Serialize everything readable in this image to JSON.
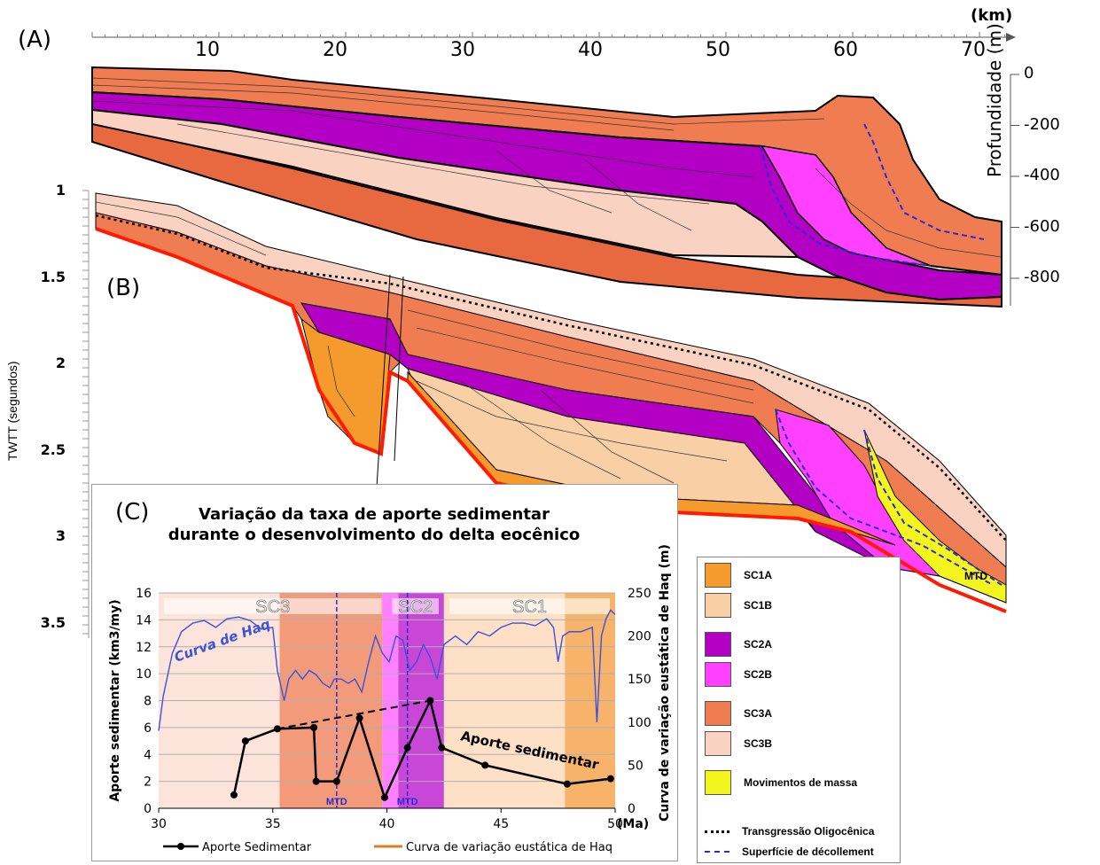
{
  "labels": {
    "a": "(A)",
    "b": "(B)",
    "c": "(C)",
    "km": "(km)",
    "depth_axis": "Profundidade (m)",
    "twtt_axis": "TWTT (segundos)",
    "mtd": "MTD"
  },
  "km_ticks": [
    "10",
    "20",
    "30",
    "40",
    "50",
    "60",
    "70"
  ],
  "depth_ticks": [
    "0",
    "-200",
    "-400",
    "-600",
    "-800"
  ],
  "twtt_ticks": [
    "1",
    "1.5",
    "2",
    "2.5",
    "3",
    "3.5"
  ],
  "colors": {
    "SC1A": "#f59a2c",
    "SC1B": "#f9cfa6",
    "SC2A": "#b400c4",
    "SC2B": "#ff40ff",
    "SC3A": "#f07d52",
    "SC3B": "#fad2c2",
    "mass": "#f5f51e",
    "decollement": "#2b2bd4",
    "haq": "#3b52d9"
  },
  "legend": {
    "items": [
      {
        "label": "SC1A",
        "color": "#f59a2c"
      },
      {
        "label": "SC1B",
        "color": "#f9cfa6"
      },
      {
        "label": "SC2A",
        "color": "#b400c4"
      },
      {
        "label": "SC2B",
        "color": "#ff40ff"
      },
      {
        "label": "SC3A",
        "color": "#f07d52"
      },
      {
        "label": "SC3B",
        "color": "#fad2c2"
      },
      {
        "label": "Movimentos de massa",
        "color": "#f5f51e"
      }
    ],
    "transgressao": "Transgressão Oligocênica",
    "decollement": "Superfície de décollement"
  },
  "chart_data": {
    "type": "line",
    "title": "Variação da taxa de aporte sedimentar durante o desenvolvimento do delta eocênico",
    "title_lines": [
      "Variação da taxa de aporte sedimentar",
      "durante o desenvolvimento do delta eocênico"
    ],
    "xlabel": "(Ma)",
    "ylabel": "Aporte sedimentar (km3/my)",
    "y2label": "Curva de variação eustática de Haq (m)",
    "xlim": [
      30,
      50
    ],
    "ylim": [
      0,
      16
    ],
    "y2lim": [
      0,
      250
    ],
    "x_ticks": [
      "30",
      "35",
      "40",
      "45",
      "50"
    ],
    "y_ticks": [
      "0",
      "2",
      "4",
      "6",
      "8",
      "10",
      "12",
      "14",
      "16"
    ],
    "y2_ticks": [
      "0",
      "50",
      "100",
      "150",
      "200",
      "250"
    ],
    "sequences": [
      {
        "name": "SC3",
        "from": 30,
        "to": 40
      },
      {
        "name": "SC2",
        "from": 40,
        "to": 42.5
      },
      {
        "name": "SC1",
        "from": 42.5,
        "to": 50
      }
    ],
    "series": [
      {
        "name": "Aporte Sedimentar",
        "color": "#000000",
        "x": [
          33.3,
          33.8,
          35.2,
          36.8,
          36.9,
          37.8,
          38.8,
          39.9,
          40.9,
          41.9,
          42.4,
          44.3,
          47.9,
          49.8
        ],
        "y": [
          1.0,
          5.0,
          5.9,
          6.0,
          2.0,
          2.0,
          6.7,
          0.8,
          4.5,
          8.0,
          4.5,
          3.2,
          1.8,
          2.2
        ]
      },
      {
        "name": "Curva de variação eustática de Haq",
        "color": "#3b52d9",
        "x": [
          30,
          30.2,
          30.6,
          31,
          31.5,
          32,
          32.5,
          33,
          33.5,
          34,
          34.5,
          35,
          35.2,
          35.5,
          35.7,
          36,
          36.3,
          36.6,
          36.9,
          37.2,
          37.5,
          37.7,
          38,
          38.3,
          38.6,
          38.9,
          39.2,
          39.5,
          39.8,
          40.1,
          40.4,
          40.7,
          41,
          41.3,
          41.6,
          41.9,
          42.2,
          42.5,
          43,
          43.5,
          44,
          44.5,
          45,
          45.5,
          46,
          46.5,
          47,
          47.3,
          47.5,
          47.7,
          48,
          48.5,
          49,
          49.2,
          49.4,
          49.6,
          49.8,
          50
        ],
        "y": [
          90,
          130,
          180,
          205,
          215,
          218,
          210,
          220,
          222,
          218,
          208,
          210,
          160,
          125,
          150,
          160,
          150,
          160,
          155,
          145,
          140,
          150,
          150,
          145,
          150,
          135,
          170,
          200,
          180,
          170,
          200,
          195,
          160,
          170,
          190,
          175,
          150,
          190,
          200,
          190,
          205,
          200,
          210,
          215,
          215,
          212,
          220,
          210,
          170,
          200,
          205,
          205,
          210,
          100,
          200,
          220,
          230,
          225
        ]
      }
    ],
    "dashed_trend": {
      "x": [
        35.2,
        41.9
      ],
      "y": [
        5.9,
        8.0
      ]
    },
    "mtd_markers": [
      {
        "x": 37.8,
        "label": "MTD"
      },
      {
        "x": 40.9,
        "label": "MTD"
      }
    ],
    "annotations": [
      "Curva de Haq",
      "Aporte sedimentar"
    ],
    "legend_entries": [
      "Aporte Sedimentar",
      "Curva de variação eustática de Haq"
    ]
  }
}
